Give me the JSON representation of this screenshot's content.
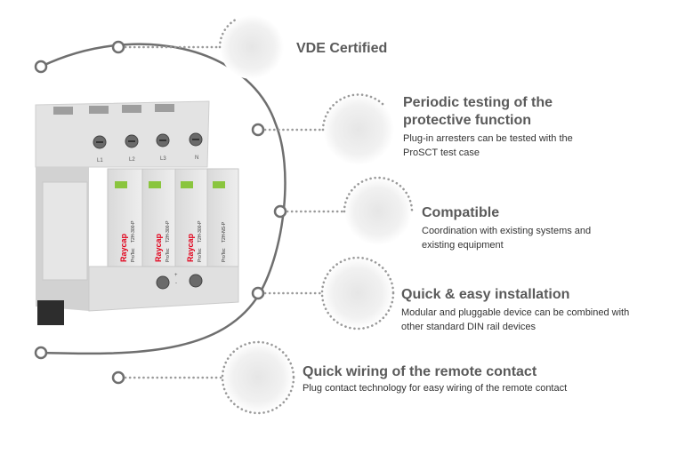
{
  "colors": {
    "arc": "#6f6f6f",
    "dots": "#9a9a9a",
    "title": "#5a5a5a",
    "brand_red": "#e2001a",
    "status_green": "#8ac53e"
  },
  "device": {
    "brand": "Raycap",
    "modules": [
      {
        "series": "ProTec",
        "model": "T2H-300-P"
      },
      {
        "series": "ProTec",
        "model": "T2H-300-P"
      },
      {
        "series": "ProTec",
        "model": "T2H-300-P"
      },
      {
        "series": "ProTec",
        "model": "T2H-NS-P"
      }
    ],
    "terminals_top": [
      "L1",
      "L2",
      "L3",
      "N"
    ],
    "terminals_bottom": [
      "+",
      "-"
    ]
  },
  "features": [
    {
      "title": "VDE Certified",
      "desc": "",
      "icon": "certificate-icon"
    },
    {
      "title": "Periodic testing of the protective function",
      "desc": "Plug-in arresters can be tested with the ProSCT test case",
      "icon": "test-icon"
    },
    {
      "title": "Compatible",
      "desc": "Coordination with existing systems and existing equipment",
      "icon": "compatible-icon"
    },
    {
      "title": "Quick & easy installation",
      "desc": "Modular and pluggable device can be combined with other standard DIN rail devices",
      "icon": "installation-icon"
    },
    {
      "title": "Quick wiring of the remote contact",
      "desc": "Plug contact technology for easy wiring of the remote contact",
      "icon": "wiring-icon"
    }
  ]
}
